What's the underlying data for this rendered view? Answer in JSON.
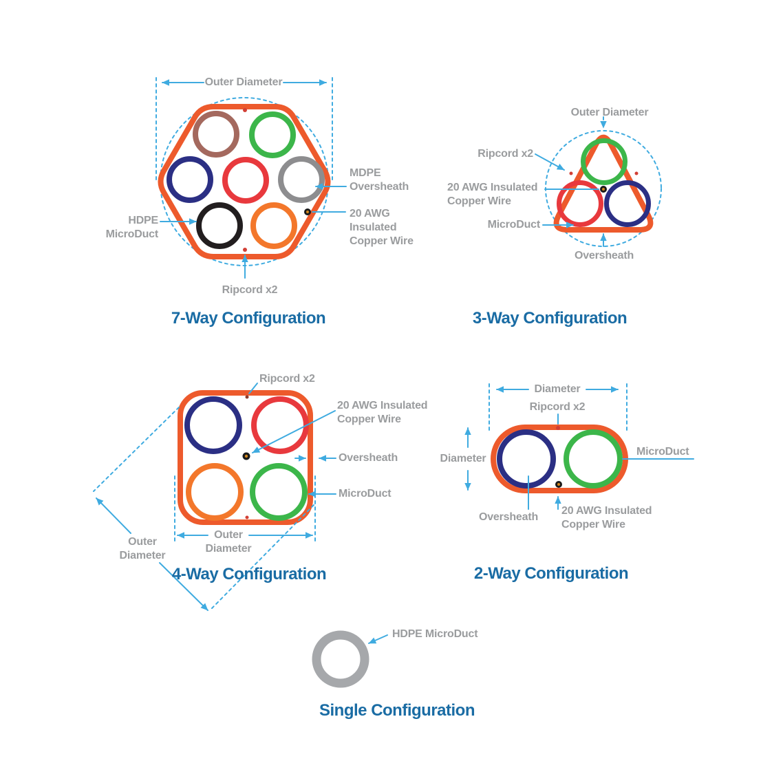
{
  "colors": {
    "sheath": "#ED5A2C",
    "ductorange": "#F3772B",
    "green": "#3CB64A",
    "navy": "#2B2F84",
    "red": "#E8393D",
    "brown": "#A4695E",
    "grayduct": "#8D8D8F",
    "blackduct": "#221E1F",
    "singlegray": "#A6A8AB",
    "accent": "#3FABE0",
    "label": "#9A9C9E",
    "title": "#1A6CA4",
    "ripcord": "#D23F35",
    "ripcord_dark": "#8A3D2E",
    "copper_ring": "#1A1A1A",
    "copper_core": "#D0861F"
  },
  "diagrams": {
    "seven_way": {
      "title": "7-Way Configuration",
      "outer_diameter": "Outer Diameter",
      "oversheath": "MDPE\nOversheath",
      "copper_wire": "20 AWG\nInsulated\nCopper Wire",
      "microduct": "HDPE\nMicroDuct",
      "ripcord": "Ripcord x2"
    },
    "three_way": {
      "title": "3-Way Configuration",
      "outer_diameter": "Outer Diameter",
      "ripcord": "Ripcord x2",
      "copper_wire": "20 AWG Insulated\nCopper Wire",
      "microduct": "MicroDuct",
      "oversheath": "Oversheath"
    },
    "four_way": {
      "title": "4-Way Configuration",
      "ripcord": "Ripcord x2",
      "copper_wire": "20 AWG Insulated\nCopper Wire",
      "oversheath": "Oversheath",
      "microduct": "MicroDuct",
      "outer_diameter_bottom": "Outer\nDiameter",
      "outer_diameter_left": "Outer\nDiameter"
    },
    "two_way": {
      "title": "2-Way Configuration",
      "diameter_top": "Diameter",
      "ripcord": "Ripcord x2",
      "diameter_left": "Diameter",
      "microduct": "MicroDuct",
      "oversheath": "Oversheath",
      "copper_wire": "20 AWG Insulated\nCopper Wire"
    },
    "single": {
      "title": "Single Configuration",
      "microduct": "HDPE MicroDuct"
    }
  }
}
